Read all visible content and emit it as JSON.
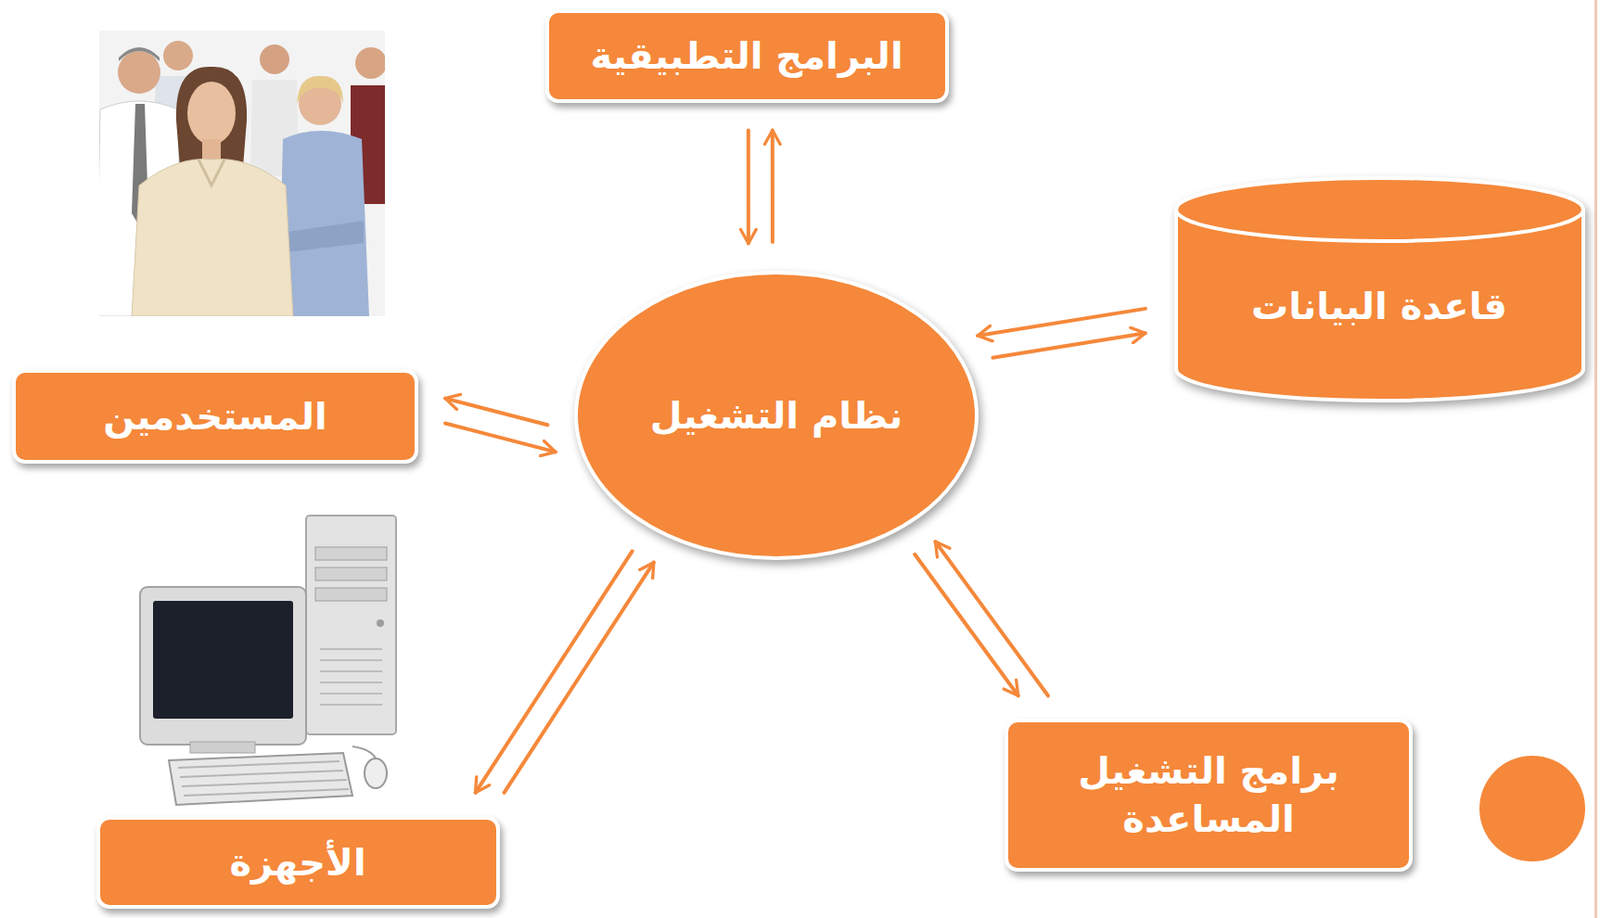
{
  "diagram": {
    "nodes": [
      {
        "text": [
          "البرامج التطبيقية"
        ]
      },
      {
        "text": [
          "قاعدة البيانات"
        ]
      },
      {
        "text": [
          "المستخدمين"
        ]
      },
      {
        "text": [
          "نظام التشغيل"
        ]
      },
      {
        "text": [
          "الأجهزة"
        ]
      },
      {
        "text": [
          "برامج التشغيل المساعدة"
        ]
      }
    ],
    "edges": [
      {
        "from": 3,
        "to": 0,
        "arrow": "to"
      },
      {
        "from": 0,
        "to": 3,
        "arrow": "to"
      },
      {
        "from": 1,
        "to": 3,
        "arrow": "to"
      },
      {
        "from": 3,
        "to": 1,
        "arrow": "to"
      },
      {
        "from": 2,
        "to": 3,
        "arrow": "to"
      },
      {
        "from": 3,
        "to": 2,
        "arrow": "to"
      },
      {
        "from": 4,
        "to": 3,
        "arrow": "to"
      },
      {
        "from": 3,
        "to": 4,
        "arrow": "to"
      },
      {
        "from": 5,
        "to": 3,
        "arrow": "to"
      },
      {
        "from": 3,
        "to": 5,
        "arrow": "to"
      }
    ]
  }
}
